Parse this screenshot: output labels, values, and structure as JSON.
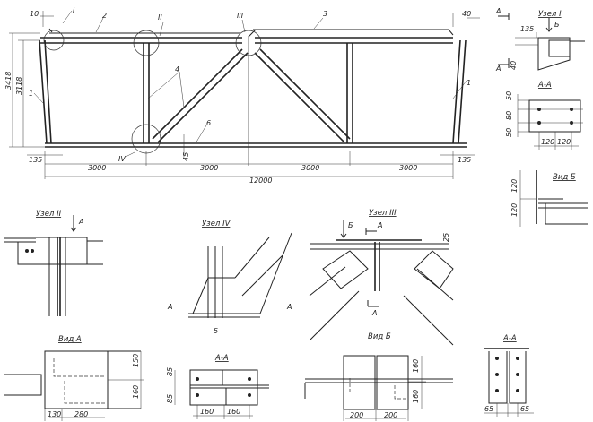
{
  "main": {
    "dim_10": "10",
    "node_I": "I",
    "pos_2": "2",
    "node_II": "II",
    "node_III": "III",
    "pos_3": "3",
    "dim_40": "40",
    "dim_3418": "3418",
    "dim_3118": "3118",
    "pos_1_left": "1",
    "pos_1_right": "1",
    "pos_4": "4",
    "pos_6": "6",
    "node_IV": "IV",
    "dim_45": "45",
    "dim_135_left": "135",
    "dim_135_right": "135",
    "spans": [
      "3000",
      "3000",
      "3000",
      "3000"
    ],
    "total": "12000"
  },
  "node1": {
    "title": "Узел I",
    "arrow_A_top": "А",
    "arrow_B": "Б",
    "dim_135": "135",
    "arrow_A_bottom": "А",
    "dim_40": "40"
  },
  "section_aa_1": {
    "title": "А-А",
    "dims_v": [
      "50",
      "80",
      "50"
    ],
    "dims_h": [
      "120",
      "120"
    ]
  },
  "view_b_1": {
    "title": "Вид Б",
    "dims_v": [
      "120",
      "120"
    ]
  },
  "node2": {
    "title": "Узел II",
    "arrow_A": "А"
  },
  "node4": {
    "title": "Узел IV",
    "arrow_A_left": "А",
    "arrow_A_right": "А",
    "weld": "5"
  },
  "node3": {
    "title": "Узел III",
    "arrow_B": "Б",
    "arrow_A_top": "А",
    "arrow_A_bottom": "А",
    "dim_25": "25"
  },
  "view_a": {
    "title": "Вид А",
    "dims_v": [
      "150",
      "160"
    ],
    "dims_h": [
      "130",
      "280"
    ]
  },
  "section_aa_2": {
    "title": "А-А",
    "dims_v": [
      "85",
      "85"
    ],
    "dims_h": [
      "160",
      "160"
    ]
  },
  "view_b_2": {
    "title": "Вид Б",
    "dims_v": [
      "160",
      "160"
    ],
    "dims_h": [
      "200",
      "200"
    ]
  },
  "section_aa_3": {
    "title": "А-А",
    "dims_h": [
      "65",
      "65"
    ]
  }
}
